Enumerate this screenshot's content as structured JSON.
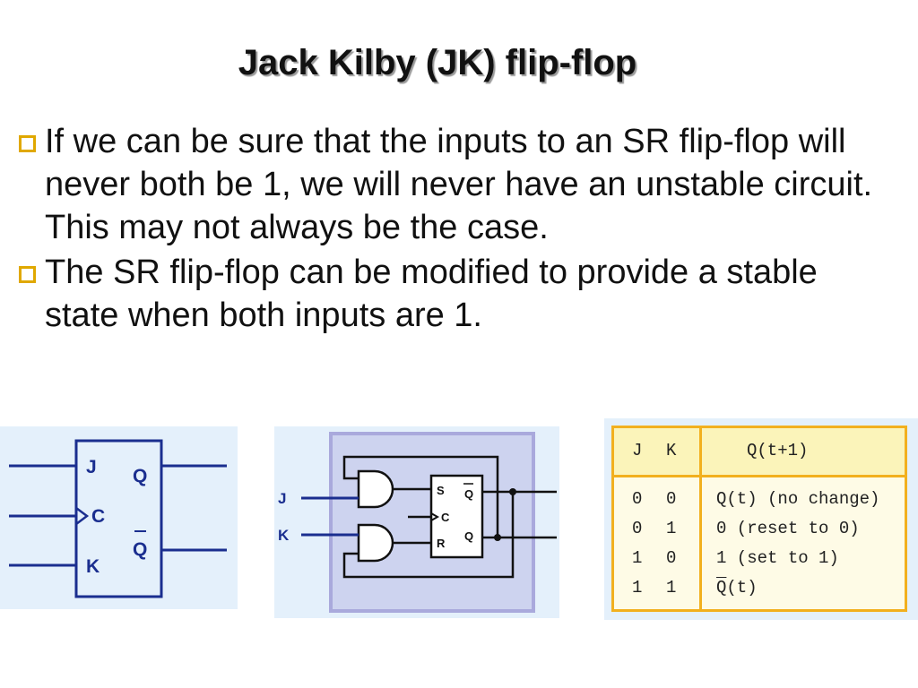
{
  "slide": {
    "title": "Jack Kilby (JK) flip-flop",
    "bullets": [
      "If we can be sure that the inputs to an SR flip-flop will never both be 1, we will never have an unstable circuit. This may not always be the case.",
      "The SR flip-flop can be modified to provide a stable state when both inputs are 1."
    ]
  },
  "symbol": {
    "j": "J",
    "c": "C",
    "k": "K",
    "q": "Q",
    "qbar": "Q"
  },
  "circuit": {
    "j": "J",
    "k": "K",
    "s": "S",
    "c": "C",
    "r": "R",
    "qbar": "Q",
    "q": "Q"
  },
  "truth_table": {
    "headers": {
      "j": "J",
      "k": "K",
      "q": "Q(t+1)"
    },
    "rows": [
      {
        "j": "0",
        "k": "0",
        "q_main": "Q(t)",
        "q_rest": " (no change)",
        "overline": false
      },
      {
        "j": "0",
        "k": "1",
        "q_main": "0",
        "q_rest": " (reset to 0)",
        "overline": false
      },
      {
        "j": "1",
        "k": "0",
        "q_main": "1",
        "q_rest": " (set to 1)",
        "overline": false
      },
      {
        "j": "1",
        "k": "1",
        "q_main": "Q",
        "q_rest": "(t)",
        "overline": true
      }
    ]
  },
  "colors": {
    "wire": "#1a2e8f",
    "table_border": "#f2b01e",
    "bullet": "#e0a800",
    "panel_bg": "#e4f0fb",
    "circuit_frame": "#a9a9dc"
  }
}
